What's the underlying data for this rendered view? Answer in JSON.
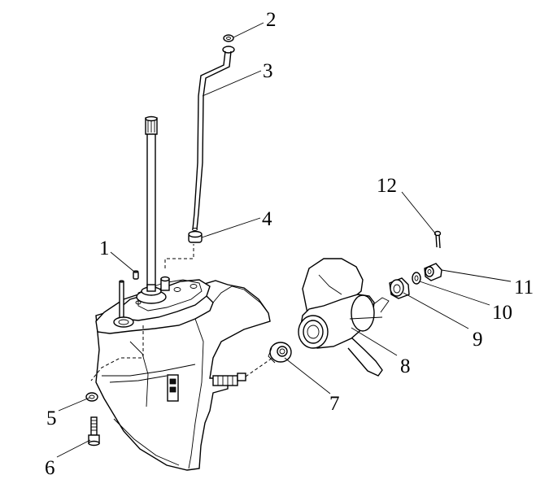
{
  "diagram": {
    "type": "exploded-parts-view",
    "callouts": [
      {
        "id": "callout-1",
        "number": "1"
      },
      {
        "id": "callout-2",
        "number": "2"
      },
      {
        "id": "callout-3",
        "number": "3"
      },
      {
        "id": "callout-4",
        "number": "4"
      },
      {
        "id": "callout-5",
        "number": "5"
      },
      {
        "id": "callout-6",
        "number": "6"
      },
      {
        "id": "callout-7",
        "number": "7"
      },
      {
        "id": "callout-8",
        "number": "8"
      },
      {
        "id": "callout-9",
        "number": "9"
      },
      {
        "id": "callout-10",
        "number": "10"
      },
      {
        "id": "callout-11",
        "number": "11"
      },
      {
        "id": "callout-12",
        "number": "12"
      }
    ]
  }
}
